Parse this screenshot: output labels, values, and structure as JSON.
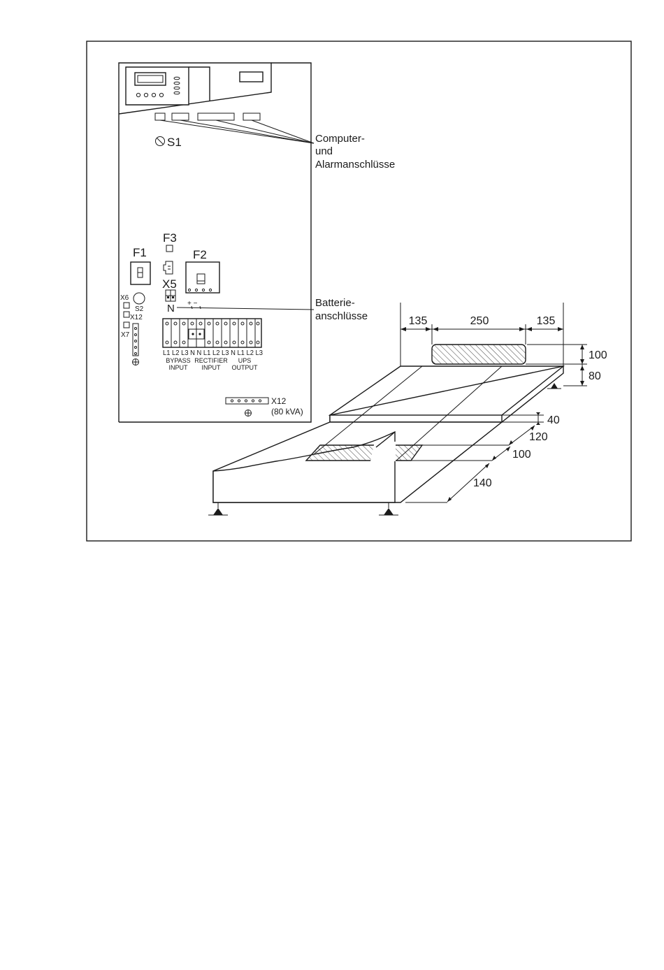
{
  "labels": {
    "s1": "S1",
    "computer_1": "Computer-",
    "computer_2": "und",
    "computer_3": "Alarmanschlüsse",
    "f1": "F1",
    "f2": "F2",
    "f3": "F3",
    "x5": "X5",
    "x6": "X6",
    "s2": "S2",
    "x12_left": "X12",
    "x7": "X7",
    "n": "N",
    "plus_minus": "+ −",
    "batterie_1": "Batterie-",
    "batterie_2": "anschlüsse",
    "terminals": "L1 L2 L3 N  N L1 L2 L3 N L1 L2 L3",
    "bypass": "BYPASS",
    "bypass_input": "INPUT",
    "rectifier": "RECTIFIER",
    "rectifier_input": "INPUT",
    "ups": "UPS",
    "ups_output": "OUTPUT",
    "x12_bottom": "X12",
    "x12_kva": "(80 kVA)"
  },
  "dimensions": {
    "left": "135",
    "middle": "250",
    "right": "135",
    "height_100": "100",
    "height_80": "80",
    "depth_40": "40",
    "depth_120": "120",
    "depth_100": "100",
    "depth_140": "140"
  },
  "colors": {
    "line": "#1a1a1a",
    "background": "#ffffff"
  }
}
